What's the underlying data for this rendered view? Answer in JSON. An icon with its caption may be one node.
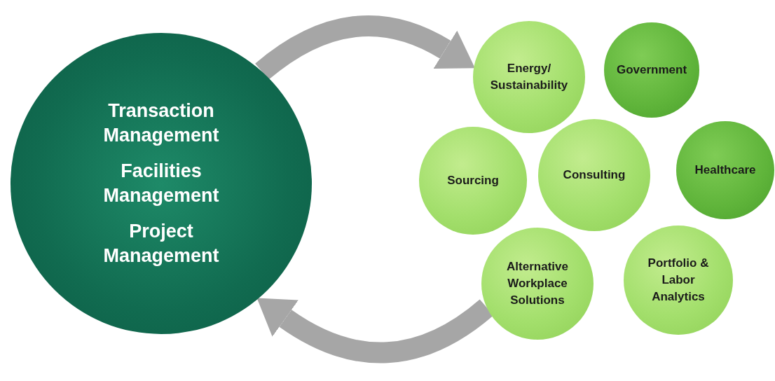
{
  "diagram": {
    "nodes": [
      {
        "text": [
          "Transaction Management",
          "Facilities Management",
          "Project Management"
        ]
      },
      {
        "text": [
          "Energy/ Sustainability"
        ]
      },
      {
        "text": [
          "Government"
        ]
      },
      {
        "text": [
          "Sourcing"
        ]
      },
      {
        "text": [
          "Consulting"
        ]
      },
      {
        "text": [
          "Healthcare"
        ]
      },
      {
        "text": [
          "Alternative Workplace Solutions"
        ]
      },
      {
        "text": [
          "Portfolio & Labor Analytics"
        ]
      }
    ],
    "edges": [
      {
        "from": 0,
        "to": 1,
        "arrow": "to"
      },
      {
        "from": 6,
        "to": 0,
        "arrow": "to"
      }
    ]
  }
}
